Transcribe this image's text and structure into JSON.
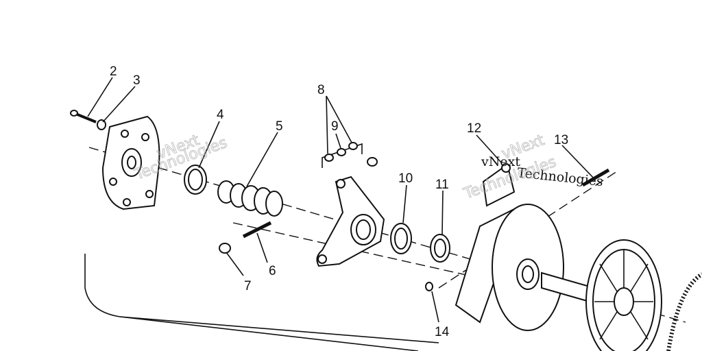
{
  "callouts": [
    {
      "id": "2",
      "text": "2"
    },
    {
      "id": "3",
      "text": "3"
    },
    {
      "id": "4",
      "text": "4"
    },
    {
      "id": "5",
      "text": "5"
    },
    {
      "id": "6",
      "text": "6"
    },
    {
      "id": "7",
      "text": "7"
    },
    {
      "id": "8",
      "text": "8"
    },
    {
      "id": "9",
      "text": "9"
    },
    {
      "id": "10",
      "text": "10"
    },
    {
      "id": "11",
      "text": "11"
    },
    {
      "id": "12",
      "text": "12"
    },
    {
      "id": "13",
      "text": "13"
    },
    {
      "id": "14",
      "text": "14"
    }
  ],
  "watermark": {
    "line1": "vNext",
    "line2": "Technologies"
  },
  "colors": {
    "ink": "#111111",
    "paper": "#ffffff"
  }
}
